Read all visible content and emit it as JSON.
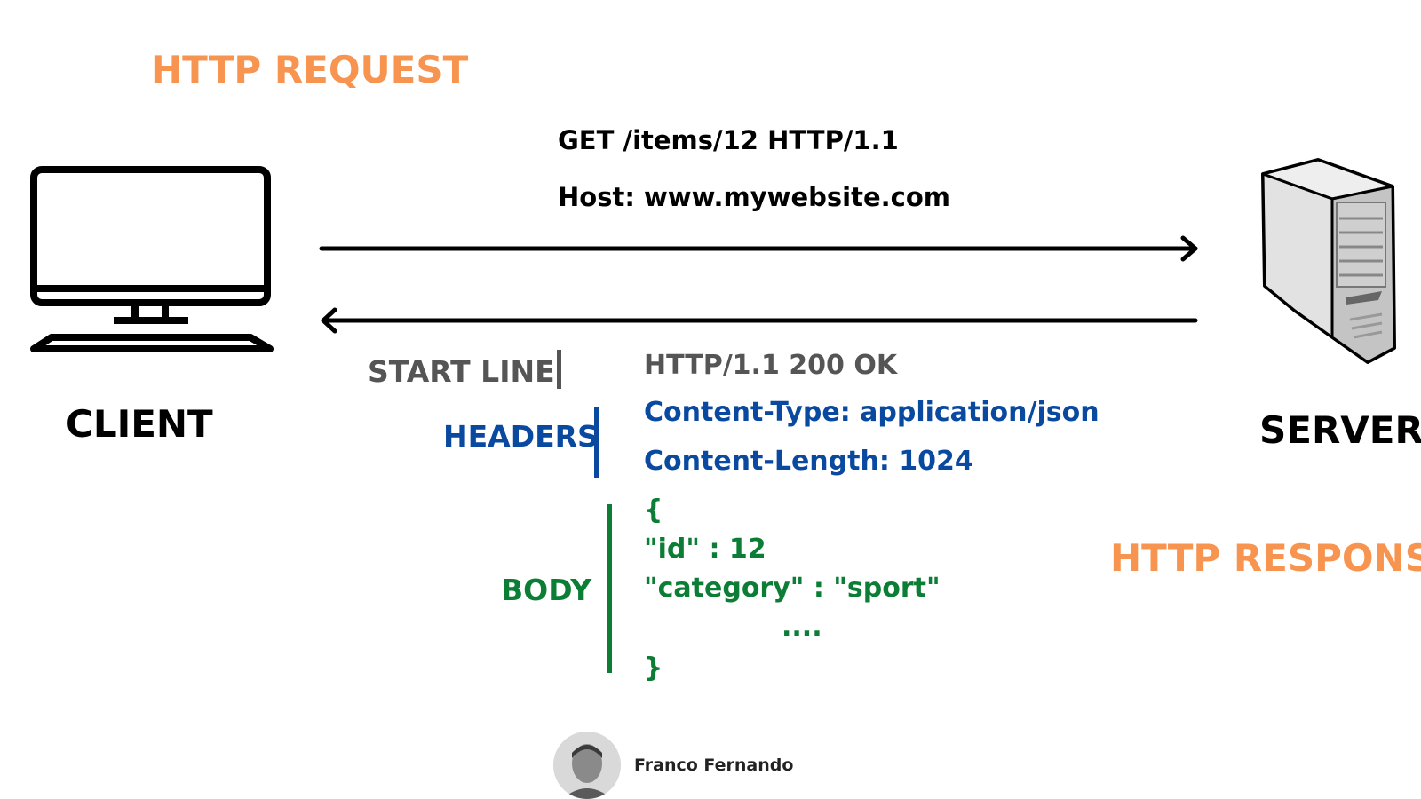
{
  "request": {
    "title": "HTTP REQUEST",
    "line1": "GET /items/12  HTTP/1.1",
    "line2": "Host: www.mywebsite.com"
  },
  "client": {
    "label": "CLIENT",
    "icon": "monitor-icon"
  },
  "server": {
    "label": "SERVER",
    "icon": "server-tower-icon"
  },
  "response": {
    "title": "HTTP RESPONSE",
    "start_line_label": "START LINE",
    "start_line": "HTTP/1.1 200 OK",
    "headers_label": "HEADERS",
    "headers": [
      "Content-Type: application/json",
      "Content-Length: 1024"
    ],
    "body_label": "BODY",
    "body_lines": [
      "{",
      "\"id\" : 12",
      "\"category\" : \"sport\"",
      "....",
      "}"
    ]
  },
  "author": {
    "name": "Franco Fernando",
    "icon": "avatar-photo"
  },
  "colors": {
    "orange": "#F79550",
    "gray": "#555555",
    "blue": "#0A49A0",
    "green": "#0B7D35",
    "black": "#000000"
  }
}
